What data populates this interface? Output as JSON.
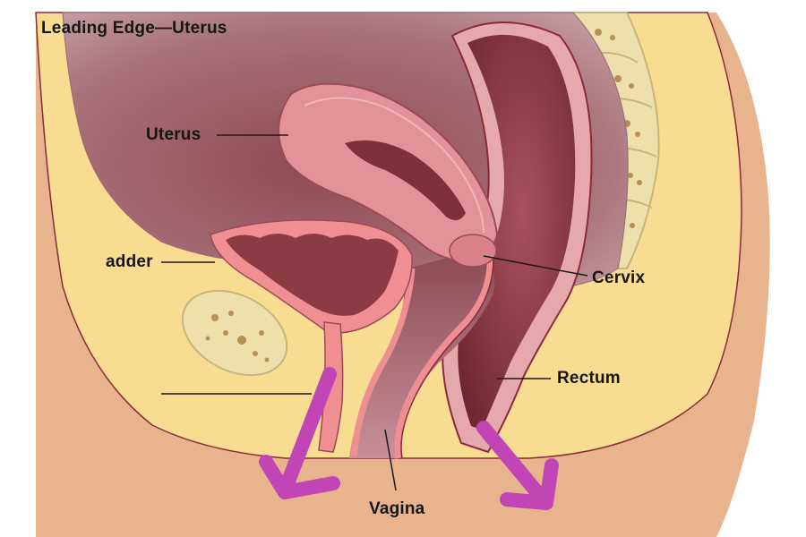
{
  "diagram": {
    "title": "Leading Edge—Uterus",
    "labels": {
      "uterus": "Uterus",
      "bladder": "adder",
      "cervix": "Cervix",
      "rectum": "Rectum",
      "vagina": "Vagina"
    },
    "colors": {
      "skin": "#e8b48e",
      "fat": "#f7dc92",
      "abdominal_cavity": "#a8727a",
      "uterus_wall": "#e3929a",
      "uterus_cavity": "#7e2f3a",
      "rectum_cavity": "#7a3038",
      "bone": "#ede0ac",
      "bone_dots": "#b88f55",
      "arrow": "#c145b4"
    },
    "icons": [
      "arrow-down-left-icon",
      "arrow-down-right-icon"
    ]
  }
}
